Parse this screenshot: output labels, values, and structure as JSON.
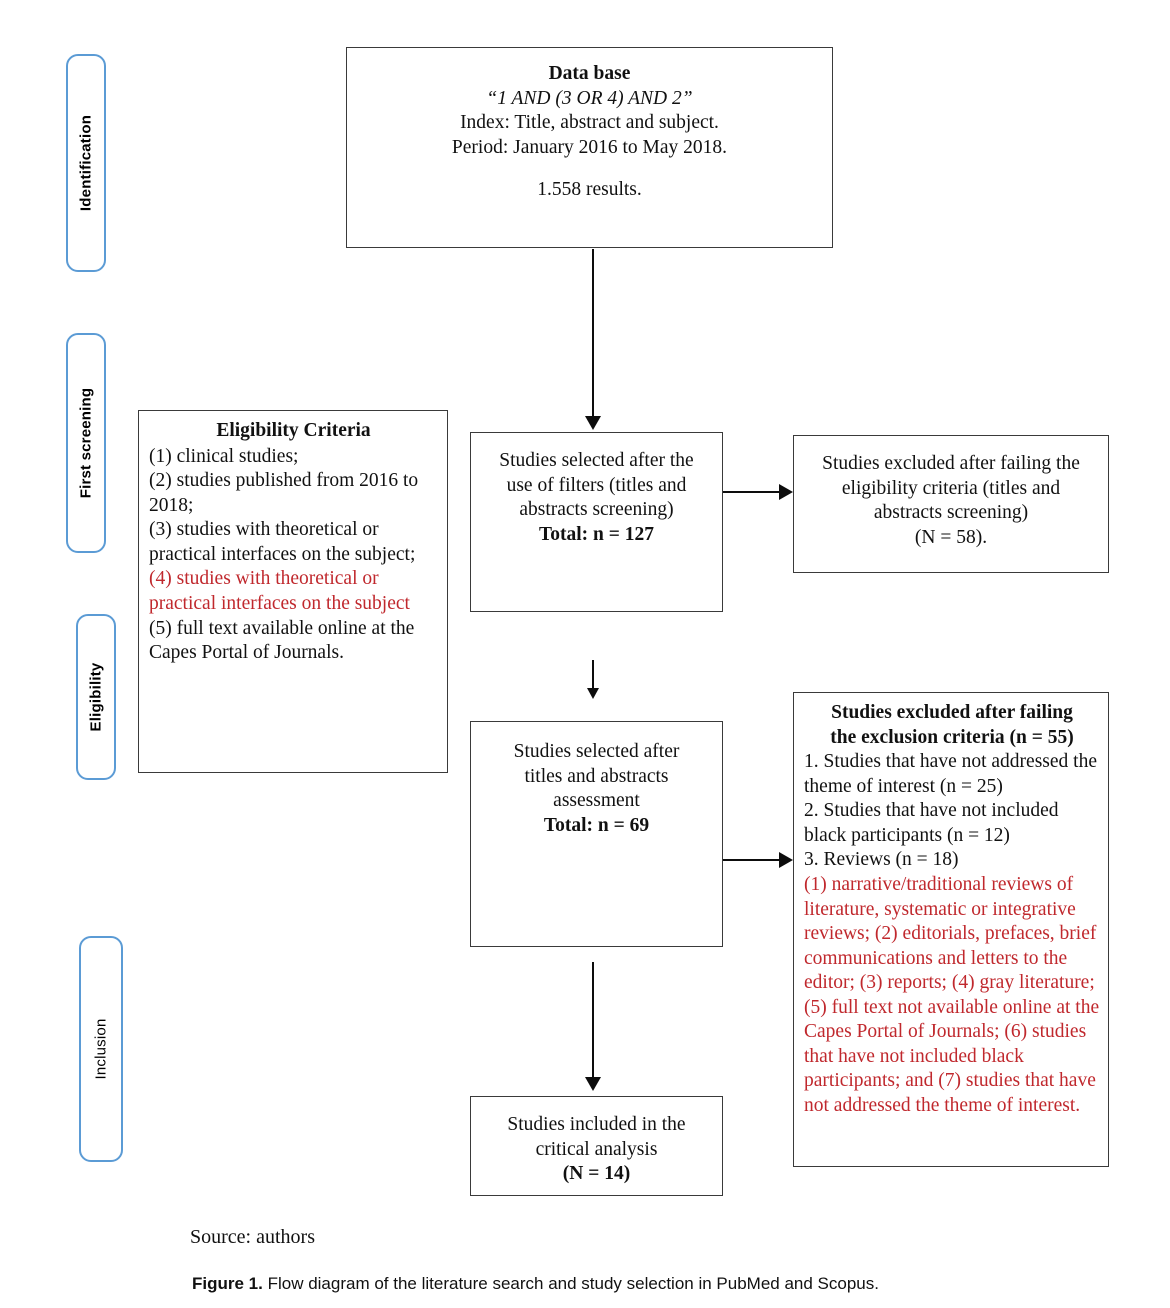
{
  "figure": {
    "source_note": "Source: authors",
    "caption_number": "Figure 1.",
    "caption_text": " Flow diagram of the literature search and study selection in PubMed and Scopus."
  },
  "colors": {
    "stage_border": "#5B9BD5",
    "box_border": "#3a3a3a",
    "connector": "#0d0d0d",
    "highlight_red": "#C0282D",
    "text": "#111111"
  },
  "stages": [
    {
      "id": "identification",
      "label": "Identification",
      "bold": true
    },
    {
      "id": "first-screening",
      "label": "First screening",
      "bold": true
    },
    {
      "id": "eligibility",
      "label": "Eligibility",
      "bold": true
    },
    {
      "id": "inclusion",
      "label": "Inclusion",
      "bold": false
    }
  ],
  "boxes": {
    "database": {
      "title": "Data base",
      "query": "“1 AND (3 OR 4) AND 2”",
      "index_line": "Index: Title, abstract and subject.",
      "period_line": "Period: January 2016 to May 2018.",
      "results_line": "1.558 results."
    },
    "eligibility_criteria": {
      "title": "Eligibility Criteria",
      "items": [
        {
          "text": "(1) clinical studies;",
          "red": false
        },
        {
          "text": "(2) studies published from 2016 to 2018;",
          "red": false
        },
        {
          "text": "(3) studies with theoretical or practical interfaces on the subject;",
          "red": false
        },
        {
          "text": "(4) studies with theoretical or practical interfaces on the subject",
          "red": true
        },
        {
          "text": "(5) full text available online at the Capes Portal of Journals.",
          "red": false
        }
      ]
    },
    "selected_filters": {
      "line1": "Studies selected after the",
      "line2": "use of filters (titles and",
      "line3": "abstracts screening)",
      "total": "Total: n = 127"
    },
    "excluded_eligibility": {
      "line1": "Studies excluded after failing the",
      "line2": "eligibility criteria (titles and",
      "line3": "abstracts screening)",
      "line4": "(N = 58)."
    },
    "selected_assessment": {
      "line1": "Studies selected after",
      "line2": "titles and abstracts",
      "line3": "assessment",
      "total": "Total: n = 69"
    },
    "excluded_exclusion": {
      "title_line1": "Studies excluded after failing",
      "title_line2": "the exclusion criteria (n = 55)",
      "items": [
        {
          "text": "1. Studies that have not addressed the theme of interest (n = 25)",
          "red": false
        },
        {
          "text": "2. Studies that have not included black participants (n = 12)",
          "red": false
        },
        {
          "text": "3. Reviews (n = 18)",
          "red": false
        },
        {
          "text": "(1) narrative/traditional reviews of literature, systematic or integrative reviews; (2) editorials, prefaces, brief communications and letters to the editor; (3) reports; (4) gray literature; (5) full text not available online at the Capes Portal of Journals; (6) studies that have not included black participants; and (7) studies that have not addressed the theme of interest.",
          "red": true
        }
      ]
    },
    "included_final": {
      "line1": "Studies included in the",
      "line2": "critical analysis",
      "total": "(N = 14)"
    }
  }
}
